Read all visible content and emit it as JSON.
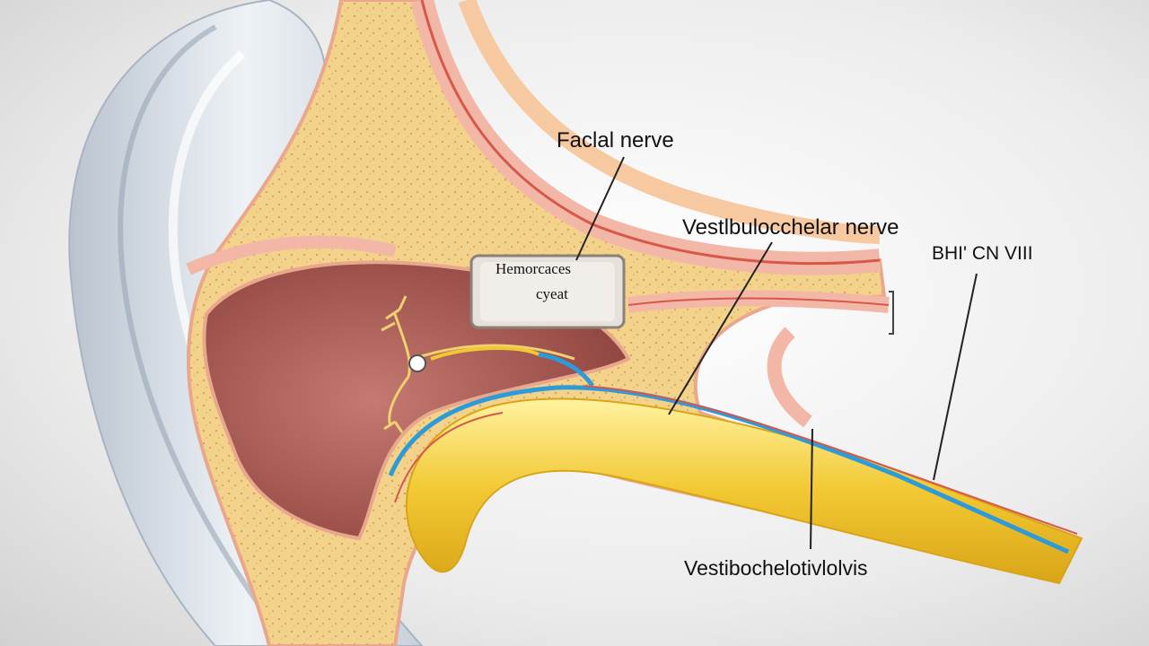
{
  "labels": {
    "facial_nerve": "Faclal nerve",
    "vestibulocochlear_nerve": "Vestlbulocchelar nerve",
    "cn_viii": "BHI' CN VIII",
    "bottom_label": "Vestibochelotivlolvis",
    "box_line1": "Hemorcaces",
    "box_line2": "cyeat"
  },
  "colors": {
    "bone": "#f3d38c",
    "bone_dots": "#d9a75a",
    "cavity": "#a95d55",
    "nerve_yellow": "#f2c832",
    "nerve_blue": "#2f9ad8",
    "pink_membrane": "#f2b7a6",
    "red_lines": "#d6584a"
  }
}
